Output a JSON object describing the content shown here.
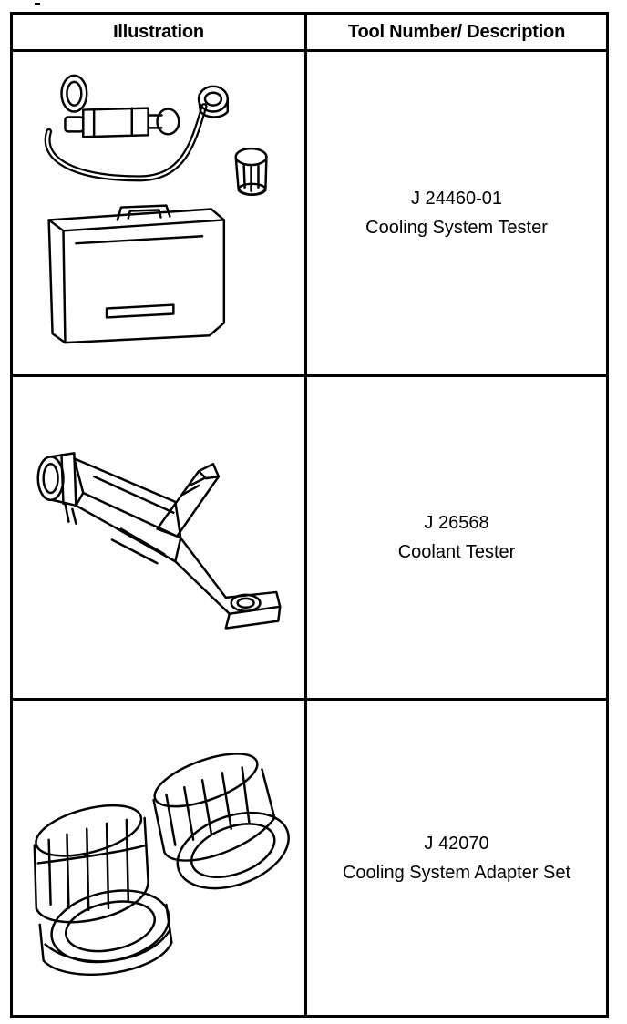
{
  "table": {
    "headers": {
      "illustration": "Illustration",
      "description": "Tool Number/ Description"
    },
    "rows": [
      {
        "tool_number": "J 24460-01",
        "description": "Cooling System Tester",
        "illustration_icon": "cooling-system-tester-icon"
      },
      {
        "tool_number": "J 26568",
        "description": "Coolant Tester",
        "illustration_icon": "coolant-tester-icon"
      },
      {
        "tool_number": "J 42070",
        "description": "Cooling System Adapter Set",
        "illustration_icon": "adapter-set-icon"
      }
    ]
  }
}
